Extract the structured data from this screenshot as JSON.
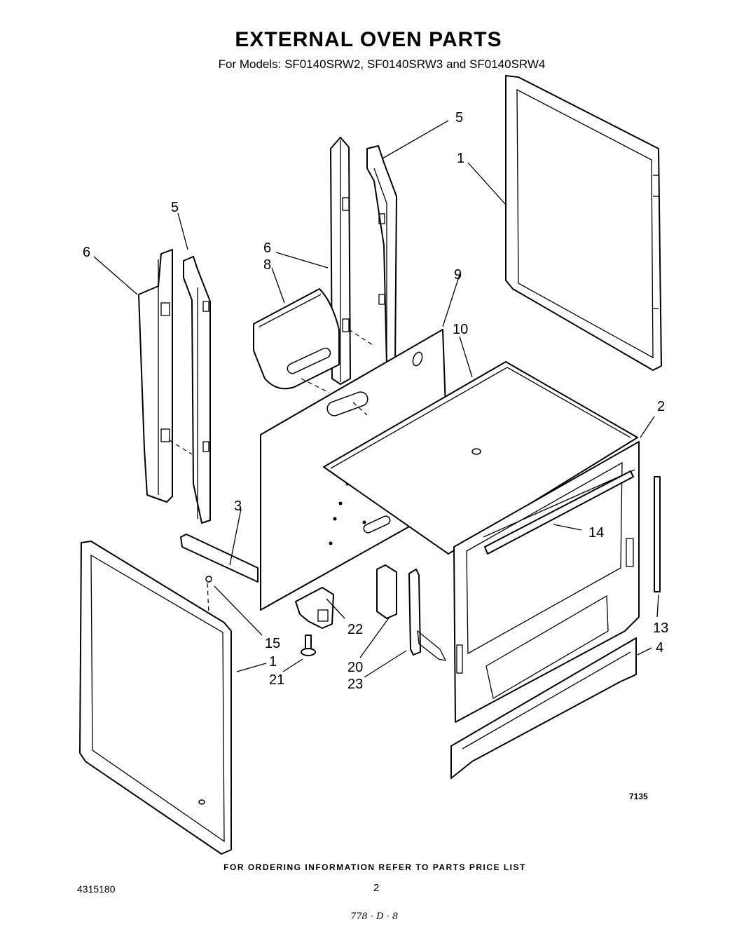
{
  "header": {
    "title": "EXTERNAL OVEN PARTS",
    "subtitle": "For Models: SF0140SRW2, SF0140SRW3 and SF0140SRW4"
  },
  "diagram": {
    "figure_id": "7135",
    "callouts": [
      "1",
      "1",
      "2",
      "3",
      "4",
      "5",
      "5",
      "6",
      "6",
      "8",
      "9",
      "10",
      "13",
      "14",
      "15",
      "20",
      "21",
      "22",
      "23"
    ]
  },
  "footer": {
    "ordering_note": "FOR ORDERING INFORMATION REFER TO PARTS PRICE LIST",
    "document_number": "4315180",
    "page_number": "2",
    "handwritten_note": "778 · D · 8"
  }
}
